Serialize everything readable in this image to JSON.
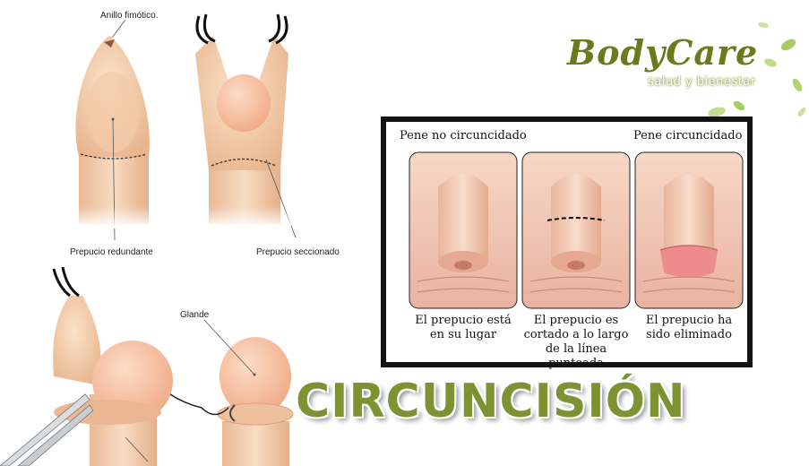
{
  "labels": {
    "anillo": "Anillo fimótico.",
    "prepucio_redundante": "Prepucio redundante",
    "prepucio_seccionado": "Prepucio seccionado",
    "glande": "Glande"
  },
  "brand": {
    "name": "BodyCare",
    "tagline": "salud y bienestar"
  },
  "panel": {
    "heading_left": "Pene no circuncidado",
    "heading_right": "Pene circuncidado",
    "captions": [
      "El prepucio está\nen su lugar",
      "El prepucio es\ncortado a lo largo\nde la línea punteada",
      "El prepucio ha\nsido eliminado"
    ]
  },
  "title": "CIRCUNCISIÓN",
  "colors": {
    "title": "#7e9232",
    "brand": "#6b7b1c",
    "skin": "#f2c7a2",
    "panel_border": "#141414"
  }
}
